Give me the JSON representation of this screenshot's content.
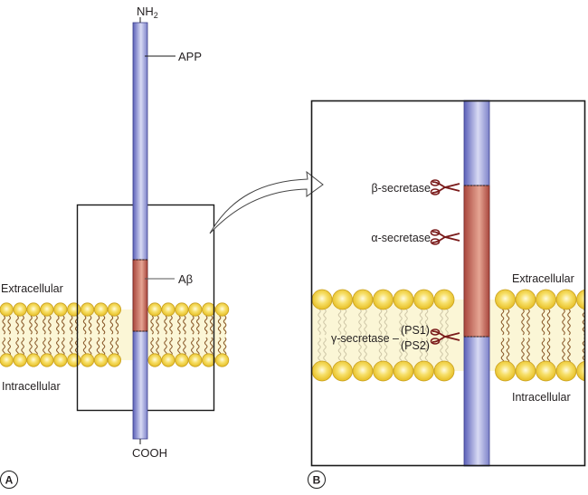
{
  "figure": {
    "panel_a": {
      "label": "A",
      "n_terminus": "NH",
      "n_terminus_sub": "2",
      "c_terminus": "COOH",
      "protein_label": "APP",
      "peptide_label": "Aβ",
      "extracellular_label": "Extracellular",
      "intracellular_label": "Intracellular"
    },
    "panel_b": {
      "label": "B",
      "beta_secretase": "β-secretase",
      "alpha_secretase": "α-secretase",
      "gamma_secretase": "γ-secretase –",
      "ps1": "(PS1)",
      "ps2": "(PS2)",
      "extracellular_label": "Extracellular",
      "intracellular_label": "Intracellular"
    },
    "colors": {
      "app_blue": "#8e93d6",
      "abeta_red": "#b5534a",
      "lipid_head": "#f2d23c",
      "lipid_head_outline": "#c8a020",
      "lipid_tail": "#8a5a2b",
      "membrane_fill": "#fbf6d6",
      "scissors": "#7a1a1a"
    }
  }
}
